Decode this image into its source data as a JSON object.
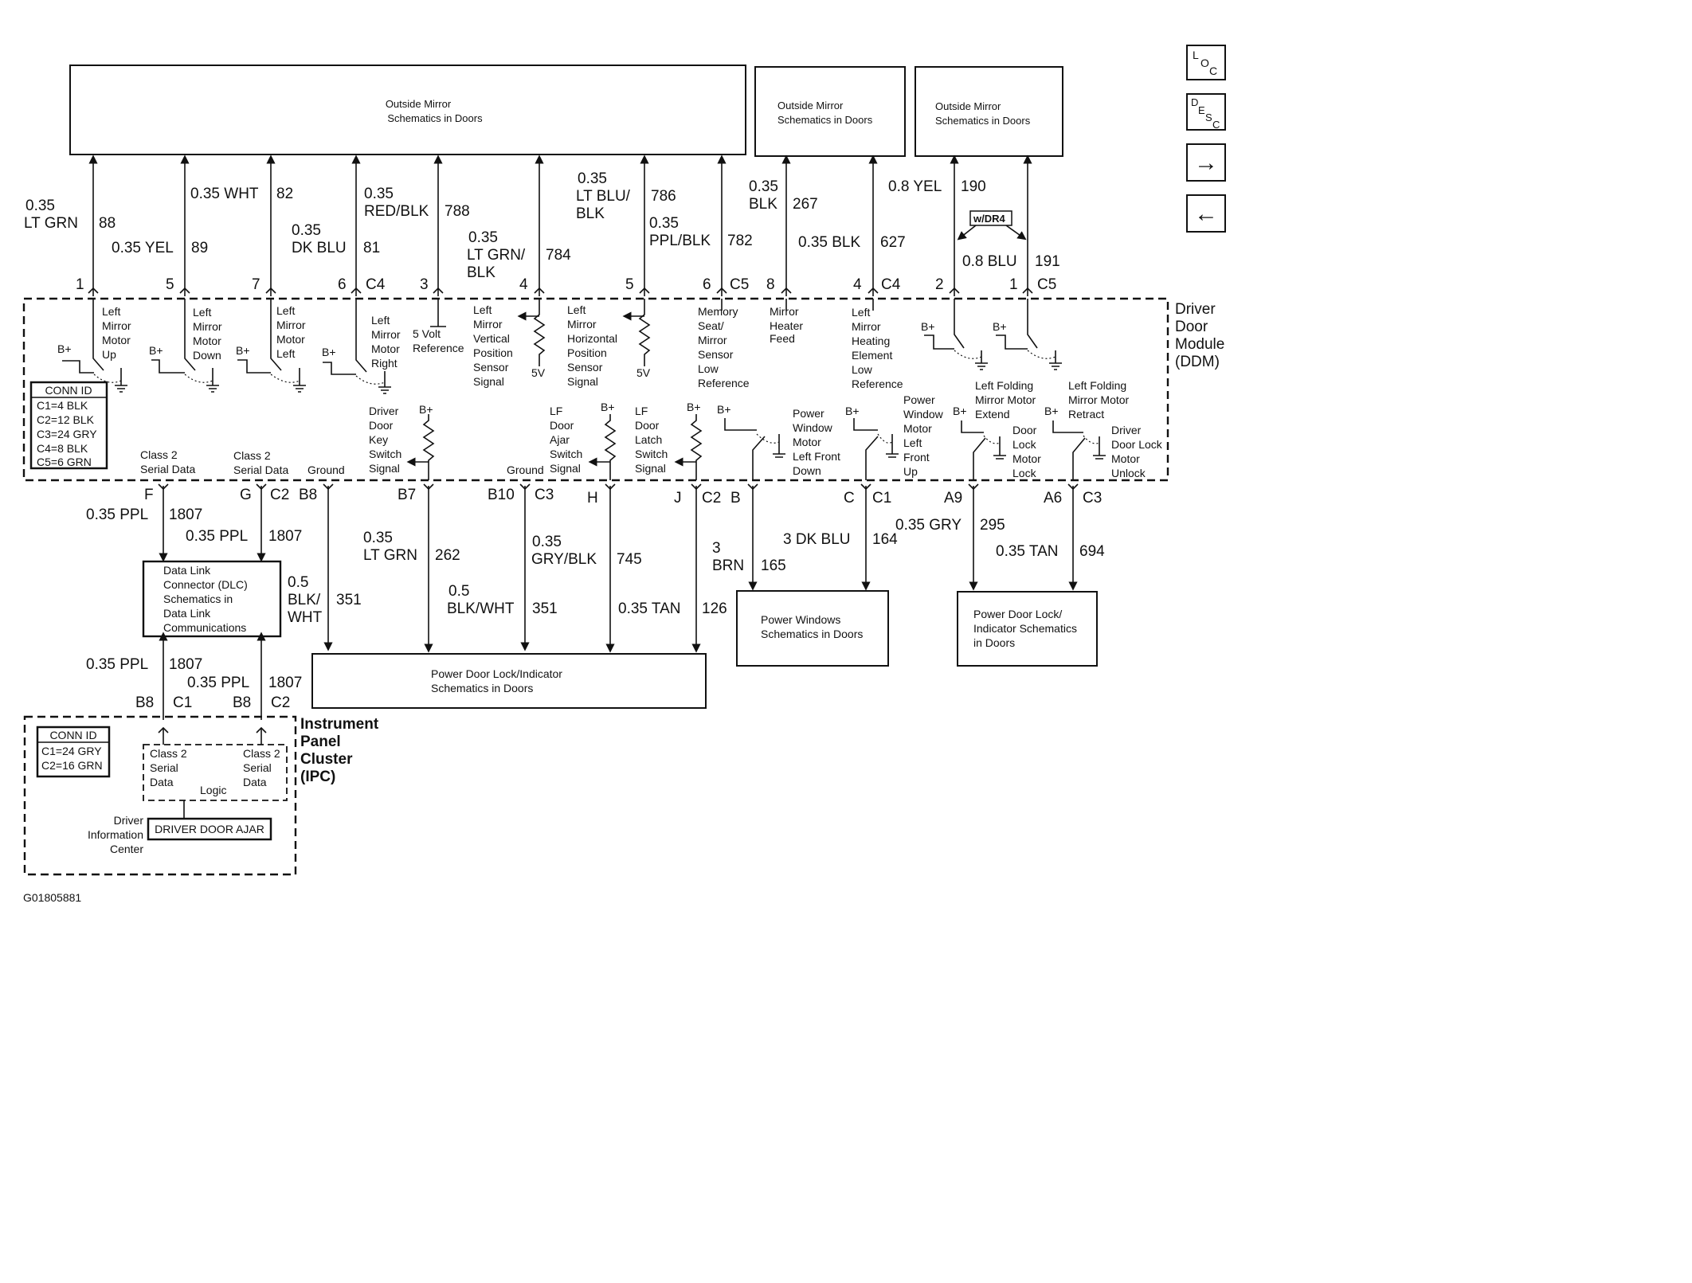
{
  "top_boxes": {
    "box1": [
      "Outside Mirror",
      "Schematics in Doors"
    ],
    "box2": [
      "Outside Mirror",
      "Schematics in Doors"
    ],
    "box3": [
      "Outside Mirror",
      "Schematics in Doors"
    ]
  },
  "nav": {
    "loc": [
      "L",
      "O",
      "C"
    ],
    "desc": [
      "D",
      "E",
      "S",
      "C"
    ],
    "next_arrow": "→",
    "prev_arrow": "←"
  },
  "upper_wires": {
    "w88": {
      "gauge": "0.35",
      "color": "LT GRN",
      "circuit": "88",
      "pin": "1"
    },
    "w89": {
      "label": "0.35 YEL",
      "circuit": "89",
      "pin": "5"
    },
    "w82": {
      "label": "0.35 WHT",
      "circuit": "82",
      "pin": "7"
    },
    "w81": {
      "gauge": "0.35",
      "color": "DK BLU",
      "circuit": "81",
      "pin": "6",
      "conn": "C4"
    },
    "w788": {
      "gauge": "0.35",
      "color": "RED/BLK",
      "circuit": "788",
      "pin": "3"
    },
    "w784": {
      "gauge": "0.35",
      "color1": "LT GRN/",
      "color2": "BLK",
      "circuit": "784",
      "pin": "4"
    },
    "w786": {
      "gauge": "0.35",
      "color1": "LT BLU/",
      "color2": "BLK",
      "circuit": "786",
      "pin": "5"
    },
    "w782": {
      "gauge": "0.35",
      "color": "PPL/BLK",
      "circuit": "782",
      "pin": "6",
      "conn": "C5"
    },
    "w267": {
      "gauge": "0.35",
      "color": "BLK",
      "circuit": "267",
      "pin": "8"
    },
    "w627": {
      "label": "0.35 BLK",
      "circuit": "627",
      "pin": "4",
      "conn": "C4"
    },
    "w190": {
      "label": "0.8 YEL",
      "circuit": "190",
      "pin": "2"
    },
    "w191": {
      "label": "0.8 BLU",
      "circuit": "191",
      "pin": "1",
      "conn": "C5"
    },
    "option": "w/DR4"
  },
  "ddm": {
    "title": [
      "Driver",
      "Door",
      "Module",
      "(DDM)"
    ],
    "functions": {
      "f1": [
        "Left",
        "Mirror",
        "Motor",
        "Up"
      ],
      "f2": [
        "Left",
        "Mirror",
        "Motor",
        "Down"
      ],
      "f3": [
        "Left",
        "Mirror",
        "Motor",
        "Left"
      ],
      "f4": [
        "Left",
        "Mirror",
        "Motor",
        "Right"
      ],
      "f5": [
        "5 Volt",
        "Reference"
      ],
      "f6": [
        "Left",
        "Mirror",
        "Vertical",
        "Position",
        "Sensor",
        "Signal"
      ],
      "f7": [
        "Left",
        "Mirror",
        "Horizontal",
        "Position",
        "Sensor",
        "Signal"
      ],
      "f8": [
        "Memory",
        "Seat/",
        "Mirror",
        "Sensor",
        "Low",
        "Reference"
      ],
      "f9": [
        "Mirror",
        "Heater",
        "Feed"
      ],
      "f10": [
        "Left",
        "Mirror",
        "Heating",
        "Element",
        "Low",
        "Reference"
      ],
      "f11": [
        "Left Folding",
        "Mirror Motor",
        "Extend"
      ],
      "f12": [
        "Left Folding",
        "Mirror Motor",
        "Retract"
      ],
      "f13": [
        "Driver",
        "Door",
        "Key",
        "Switch",
        "Signal"
      ],
      "f14": [
        "LF",
        "Door",
        "Ajar",
        "Switch",
        "Signal"
      ],
      "f15": [
        "LF",
        "Door",
        "Latch",
        "Switch",
        "Signal"
      ],
      "f16": [
        "Power",
        "Window",
        "Motor",
        "Left Front",
        "Down"
      ],
      "f17": [
        "Power",
        "Window",
        "Motor",
        "Left",
        "Front",
        "Up"
      ],
      "f18": [
        "Door",
        "Lock",
        "Motor",
        "Lock"
      ],
      "f19": [
        "Driver",
        "Door Lock",
        "Motor",
        "Unlock"
      ],
      "class2a": [
        "Class 2",
        "Serial Data"
      ],
      "class2b": [
        "Class 2",
        "Serial Data"
      ],
      "ground1": "Ground",
      "ground2": "Ground"
    },
    "bplus": "B+",
    "five_v": "5V",
    "conn_id": {
      "title": "CONN ID",
      "rows": [
        "C1=4 BLK",
        "C2=12 BLK",
        "C3=24 GRY",
        "C4=8 BLK",
        "C5=6 GRN"
      ]
    }
  },
  "lower_pins": {
    "F": "F",
    "G": "G",
    "C2a": "C2",
    "B8": "B8",
    "B7": "B7",
    "B10": "B10",
    "C3a": "C3",
    "H": "H",
    "J": "J",
    "C2b": "C2",
    "B": "B",
    "C": "C",
    "C1": "C1",
    "A9": "A9",
    "A6": "A6",
    "C3b": "C3"
  },
  "lower_wires": {
    "w1807a": {
      "label": "0.35 PPL",
      "circuit": "1807"
    },
    "w1807b": {
      "label": "0.35 PPL",
      "circuit": "1807"
    },
    "w351a": {
      "gauge": "0.5",
      "color1": "BLK/",
      "color2": "WHT",
      "circuit": "351"
    },
    "w262": {
      "gauge": "0.35",
      "color": "LT GRN",
      "circuit": "262"
    },
    "w351b": {
      "gauge": "0.5",
      "color": "BLK/WHT",
      "circuit": "351"
    },
    "w745": {
      "gauge": "0.35",
      "color": "GRY/BLK",
      "circuit": "745"
    },
    "w126": {
      "label": "0.35 TAN",
      "circuit": "126"
    },
    "w165": {
      "gauge": "3",
      "color": "BRN",
      "circuit": "165"
    },
    "w164": {
      "label": "3 DK BLU",
      "circuit": "164"
    },
    "w295": {
      "label": "0.35 GRY",
      "circuit": "295"
    },
    "w694": {
      "label": "0.35 TAN",
      "circuit": "694"
    },
    "w1807c": {
      "label": "0.35 PPL",
      "circuit": "1807"
    },
    "w1807d": {
      "label": "0.35 PPL",
      "circuit": "1807"
    }
  },
  "lower_boxes": {
    "dlc": [
      "Data Link",
      "Connector (DLC)",
      "Schematics in",
      "Data Link",
      "Communications"
    ],
    "pdl": [
      "Power Door Lock/Indicator",
      "Schematics in Doors"
    ],
    "pw": [
      "Power Windows",
      "Schematics in Doors"
    ],
    "pdl2": [
      "Power Door Lock/",
      "Indicator Schematics",
      "in Doors"
    ]
  },
  "ipc": {
    "pins": {
      "B8a": "B8",
      "C1": "C1",
      "B8b": "B8",
      "C2": "C2"
    },
    "title": [
      "Instrument",
      "Panel",
      "Cluster",
      "(IPC)"
    ],
    "conn_id": {
      "title": "CONN ID",
      "rows": [
        "C1=24 GRY",
        "C2=16 GRN"
      ]
    },
    "class2a": [
      "Class 2",
      "Serial",
      "Data"
    ],
    "class2b": [
      "Class 2",
      "Serial",
      "Data"
    ],
    "logic": "Logic",
    "dic": [
      "Driver",
      "Information",
      "Center"
    ],
    "dic_message": "DRIVER DOOR AJAR"
  },
  "figure_id": "G01805881"
}
